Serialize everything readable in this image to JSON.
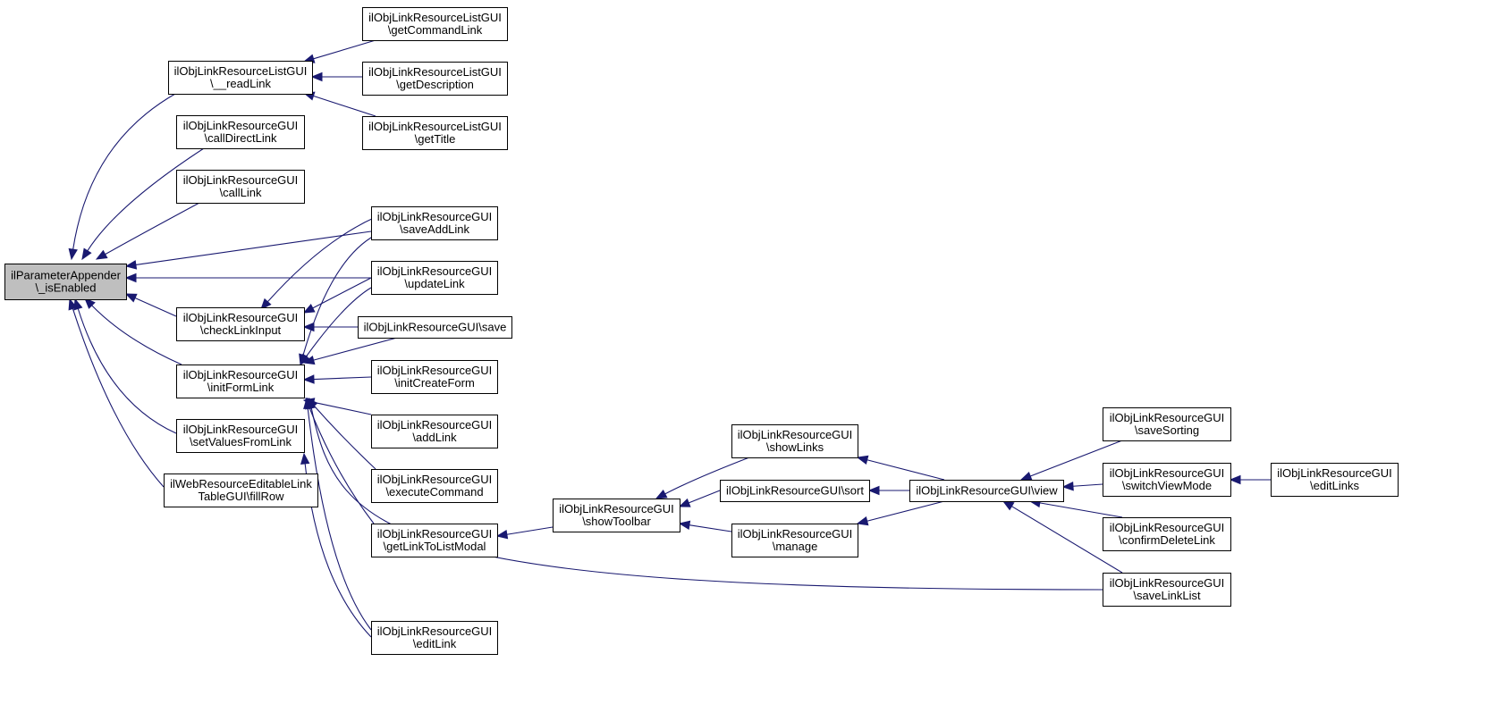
{
  "graph": {
    "edge_color": "#191970",
    "root_fill": "#bfbfbf",
    "nodes": [
      {
        "id": "root",
        "lines": [
          "ilParameterAppender",
          "\\_isEnabled"
        ],
        "root": true
      },
      {
        "id": "readLink",
        "lines": [
          "ilObjLinkResourceListGUI",
          "\\__readLink"
        ]
      },
      {
        "id": "callDirectLink",
        "lines": [
          "ilObjLinkResourceGUI",
          "\\callDirectLink"
        ]
      },
      {
        "id": "callLink",
        "lines": [
          "ilObjLinkResourceGUI",
          "\\callLink"
        ]
      },
      {
        "id": "checkLinkInput",
        "lines": [
          "ilObjLinkResourceGUI",
          "\\checkLinkInput"
        ]
      },
      {
        "id": "initFormLink",
        "lines": [
          "ilObjLinkResourceGUI",
          "\\initFormLink"
        ]
      },
      {
        "id": "setValuesFromLink",
        "lines": [
          "ilObjLinkResourceGUI",
          "\\setValuesFromLink"
        ]
      },
      {
        "id": "fillRow",
        "lines": [
          "ilWebResourceEditableLink",
          "TableGUI\\fillRow"
        ]
      },
      {
        "id": "getCommandLink",
        "lines": [
          "ilObjLinkResourceListGUI",
          "\\getCommandLink"
        ]
      },
      {
        "id": "getDescription",
        "lines": [
          "ilObjLinkResourceListGUI",
          "\\getDescription"
        ]
      },
      {
        "id": "getTitle",
        "lines": [
          "ilObjLinkResourceListGUI",
          "\\getTitle"
        ]
      },
      {
        "id": "saveAddLink",
        "lines": [
          "ilObjLinkResourceGUI",
          "\\saveAddLink"
        ]
      },
      {
        "id": "updateLink",
        "lines": [
          "ilObjLinkResourceGUI",
          "\\updateLink"
        ]
      },
      {
        "id": "save",
        "lines": [
          "ilObjLinkResourceGUI\\save"
        ]
      },
      {
        "id": "initCreateForm",
        "lines": [
          "ilObjLinkResourceGUI",
          "\\initCreateForm"
        ]
      },
      {
        "id": "addLink",
        "lines": [
          "ilObjLinkResourceGUI",
          "\\addLink"
        ]
      },
      {
        "id": "executeCommand",
        "lines": [
          "ilObjLinkResourceGUI",
          "\\executeCommand"
        ]
      },
      {
        "id": "getLinkToListModal",
        "lines": [
          "ilObjLinkResourceGUI",
          "\\getLinkToListModal"
        ]
      },
      {
        "id": "editLink",
        "lines": [
          "ilObjLinkResourceGUI",
          "\\editLink"
        ]
      },
      {
        "id": "showToolbar",
        "lines": [
          "ilObjLinkResourceGUI",
          "\\showToolbar"
        ]
      },
      {
        "id": "showLinks",
        "lines": [
          "ilObjLinkResourceGUI",
          "\\showLinks"
        ]
      },
      {
        "id": "sort",
        "lines": [
          "ilObjLinkResourceGUI\\sort"
        ]
      },
      {
        "id": "manage",
        "lines": [
          "ilObjLinkResourceGUI",
          "\\manage"
        ]
      },
      {
        "id": "view",
        "lines": [
          "ilObjLinkResourceGUI\\view"
        ]
      },
      {
        "id": "saveSorting",
        "lines": [
          "ilObjLinkResourceGUI",
          "\\saveSorting"
        ]
      },
      {
        "id": "switchViewMode",
        "lines": [
          "ilObjLinkResourceGUI",
          "\\switchViewMode"
        ]
      },
      {
        "id": "confirmDeleteLink",
        "lines": [
          "ilObjLinkResourceGUI",
          "\\confirmDeleteLink"
        ]
      },
      {
        "id": "saveLinkList",
        "lines": [
          "ilObjLinkResourceGUI",
          "\\saveLinkList"
        ]
      },
      {
        "id": "editLinks",
        "lines": [
          "ilObjLinkResourceGUI",
          "\\editLinks"
        ]
      }
    ],
    "edges": [
      {
        "from": "readLink",
        "to": "root"
      },
      {
        "from": "callDirectLink",
        "to": "root"
      },
      {
        "from": "callLink",
        "to": "root"
      },
      {
        "from": "saveAddLink",
        "to": "root"
      },
      {
        "from": "updateLink",
        "to": "root"
      },
      {
        "from": "checkLinkInput",
        "to": "root"
      },
      {
        "from": "initFormLink",
        "to": "root"
      },
      {
        "from": "setValuesFromLink",
        "to": "root"
      },
      {
        "from": "fillRow",
        "to": "root"
      },
      {
        "from": "getCommandLink",
        "to": "readLink"
      },
      {
        "from": "getDescription",
        "to": "readLink"
      },
      {
        "from": "getTitle",
        "to": "readLink"
      },
      {
        "from": "saveAddLink",
        "to": "checkLinkInput"
      },
      {
        "from": "updateLink",
        "to": "checkLinkInput"
      },
      {
        "from": "save",
        "to": "checkLinkInput"
      },
      {
        "from": "saveAddLink",
        "to": "initFormLink"
      },
      {
        "from": "updateLink",
        "to": "initFormLink"
      },
      {
        "from": "save",
        "to": "initFormLink"
      },
      {
        "from": "initCreateForm",
        "to": "initFormLink"
      },
      {
        "from": "addLink",
        "to": "initFormLink"
      },
      {
        "from": "executeCommand",
        "to": "initFormLink"
      },
      {
        "from": "getLinkToListModal",
        "to": "initFormLink"
      },
      {
        "from": "editLink",
        "to": "initFormLink"
      },
      {
        "from": "saveLinkList",
        "to": "initFormLink"
      },
      {
        "from": "editLink",
        "to": "setValuesFromLink"
      },
      {
        "from": "showToolbar",
        "to": "getLinkToListModal"
      },
      {
        "from": "showLinks",
        "to": "showToolbar"
      },
      {
        "from": "sort",
        "to": "showToolbar"
      },
      {
        "from": "manage",
        "to": "showToolbar"
      },
      {
        "from": "view",
        "to": "showLinks"
      },
      {
        "from": "view",
        "to": "sort"
      },
      {
        "from": "view",
        "to": "manage"
      },
      {
        "from": "saveSorting",
        "to": "view"
      },
      {
        "from": "switchViewMode",
        "to": "view"
      },
      {
        "from": "confirmDeleteLink",
        "to": "view"
      },
      {
        "from": "saveLinkList",
        "to": "view"
      },
      {
        "from": "editLinks",
        "to": "switchViewMode"
      }
    ]
  }
}
